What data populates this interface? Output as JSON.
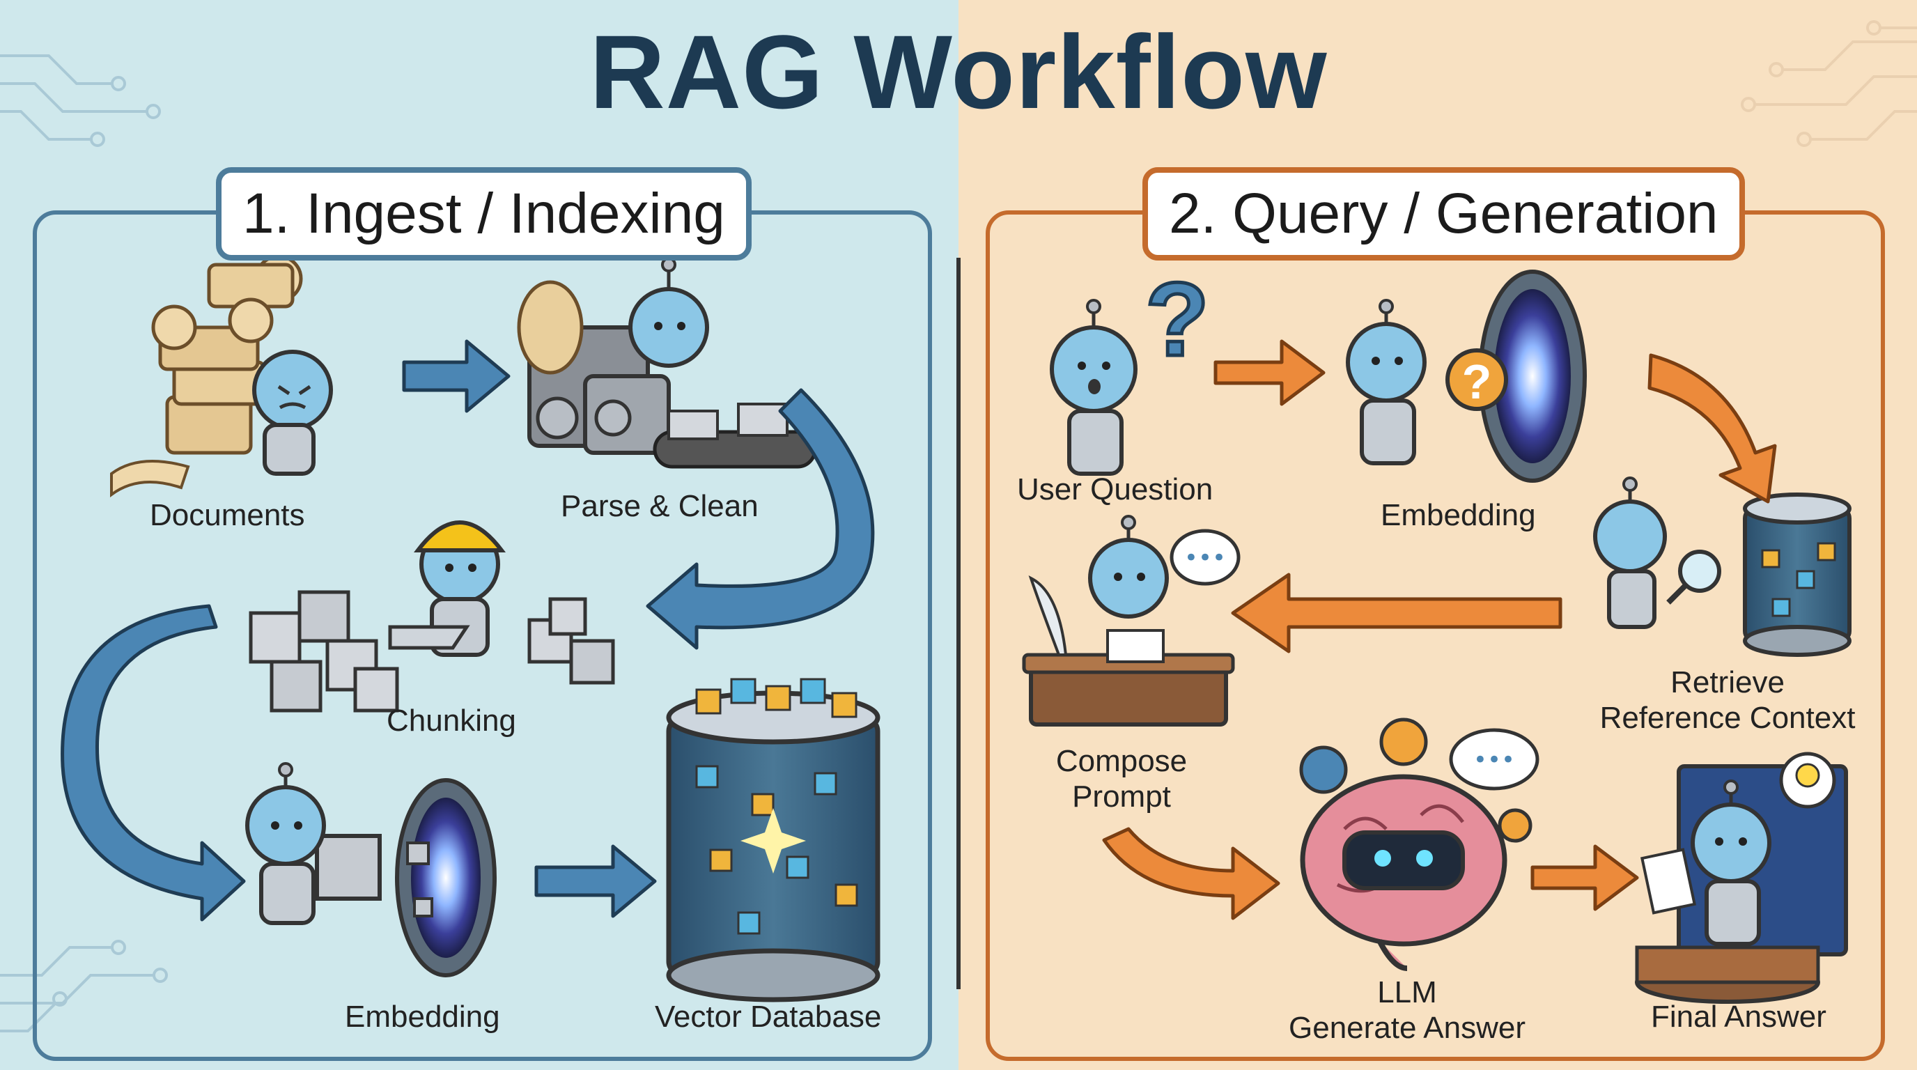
{
  "title": "RAG Workflow",
  "colors": {
    "left_bg": "#cfe8ec",
    "right_bg": "#f8e1c2",
    "left_accent": "#4d7c9b",
    "right_accent": "#c56b2c",
    "blue_arrow": "#4b86b4",
    "orange_arrow": "#ec8a3b",
    "robot_blue": "#8cc7e6"
  },
  "sections": {
    "ingest": {
      "title": "1. Ingest / Indexing",
      "steps": {
        "documents": "Documents",
        "parse": "Parse & Clean",
        "chunking": "Chunking",
        "embedding": "Embedding",
        "vector_db": "Vector Database"
      }
    },
    "query": {
      "title": "2. Query / Generation",
      "steps": {
        "user_question": "User Question",
        "embedding": "Embedding",
        "retrieve_line1": "Retrieve",
        "retrieve_line2": "Reference Context",
        "compose_line1": "Compose",
        "compose_line2": "Prompt",
        "llm_line1": "LLM",
        "llm_line2": "Generate Answer",
        "final_answer": "Final Answer"
      }
    }
  },
  "icons": {
    "question_mark": "?",
    "ellipsis": "•••"
  }
}
